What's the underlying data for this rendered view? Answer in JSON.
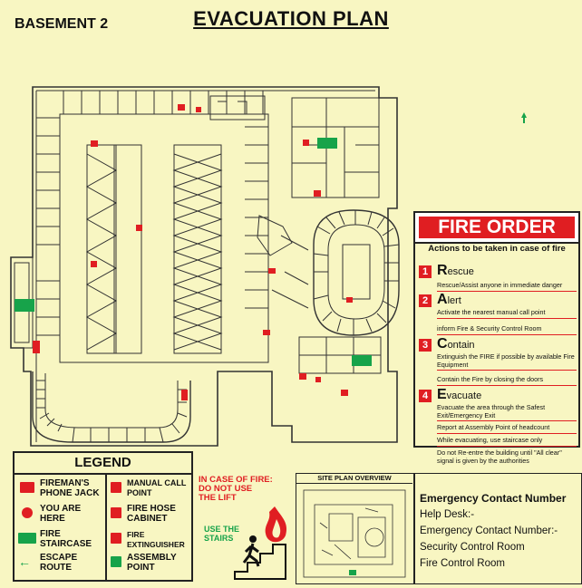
{
  "header": {
    "title": "EVACUATION PLAN",
    "floor": "BASEMENT 2"
  },
  "fire_order": {
    "title": "FIRE ORDER",
    "subtitle": "Actions to be taken in case of fire",
    "steps": [
      {
        "num": "1",
        "initial": "R",
        "rest": "escue",
        "lines": [
          "Rescue/Assist anyone in immediate danger"
        ]
      },
      {
        "num": "2",
        "initial": "A",
        "rest": "lert",
        "lines": [
          "Activate the nearest manual call point",
          "inform Fire & Security Control Room"
        ]
      },
      {
        "num": "3",
        "initial": "C",
        "rest": "ontain",
        "lines": [
          "Extinguish the FIRE if possible by available Fire Equipment",
          "Contain the Fire by closing the doors"
        ]
      },
      {
        "num": "4",
        "initial": "E",
        "rest": "vacuate",
        "lines": [
          "Evacuate the  area through the Safest Exit/Emergency Exit",
          "Report at Assembly Point of headcount",
          "While evacuating, use staircase only",
          "Do not Re-entre the building until \"All clear\" signal is given by the authorities"
        ]
      }
    ]
  },
  "legend": {
    "title": "LEGEND",
    "items": [
      {
        "label": "FIREMAN'S PHONE JACK",
        "icon": "phone-jack-icon"
      },
      {
        "label": "MANUAL CALL POINT",
        "icon": "call-point-icon"
      },
      {
        "label": "YOU ARE HERE",
        "icon": "you-are-here-icon"
      },
      {
        "label": "FIRE HOSE CABINET",
        "icon": "hose-cabinet-icon"
      },
      {
        "label": "FIRE STAIRCASE",
        "icon": "staircase-icon"
      },
      {
        "label": "FIRE EXTINGUISHER",
        "icon": "extinguisher-icon"
      },
      {
        "label": "ESCAPE ROUTE",
        "icon": "escape-arrow-icon"
      },
      {
        "label": "ASSEMBLY POINT",
        "icon": "assembly-point-icon"
      }
    ]
  },
  "in_case_of_fire": {
    "line1": "IN CASE OF FIRE:",
    "line2": "DO NOT USE",
    "line3": "THE LIFT",
    "stairs1": "USE THE",
    "stairs2": "STAIRS"
  },
  "site_plan": {
    "title": "SITE PLAN OVERVIEW"
  },
  "emergency": {
    "title": "Emergency Contact Number",
    "lines": [
      "Help Desk:-",
      "Emergency Contact Number:-",
      "Security Control Room",
      "Fire Control Room"
    ]
  },
  "colors": {
    "background": "#f8f6c2",
    "red": "#e01e22",
    "green": "#17a34a",
    "ink": "#222222"
  }
}
